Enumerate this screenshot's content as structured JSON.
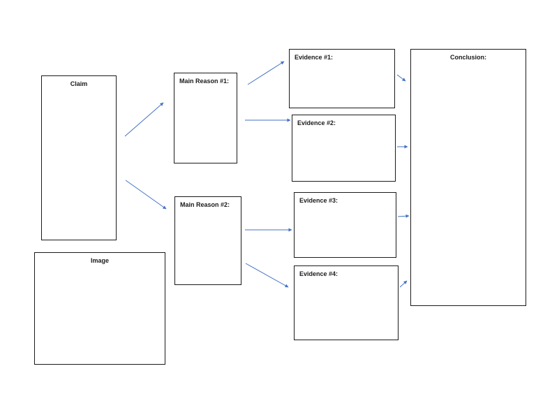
{
  "boxes": {
    "claim": "Claim",
    "image": "Image",
    "main_reason_1": "Main Reason #1:",
    "main_reason_2": "Main Reason #2:",
    "evidence_1": "Evidence #1:",
    "evidence_2": "Evidence #2:",
    "evidence_3": "Evidence #3:",
    "evidence_4": "Evidence #4:",
    "conclusion": "Conclusion:"
  },
  "colors": {
    "arrow": "#4472c4",
    "border": "#1a1a1a"
  }
}
